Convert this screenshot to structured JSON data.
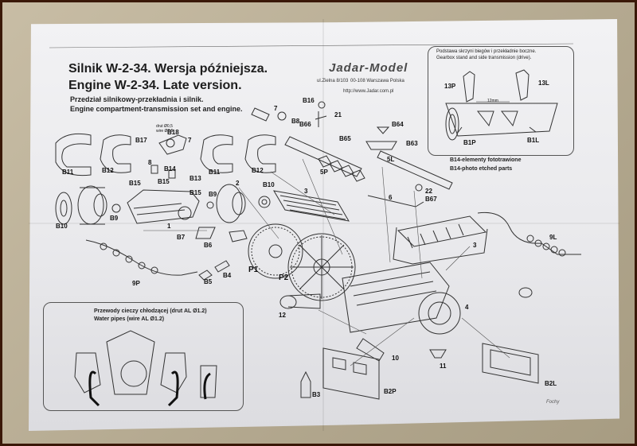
{
  "header": {
    "title_pl": "Silnik W-2-34. Wersja późniejsza.",
    "title_en": "Engine W-2-34. Late version.",
    "brand": "Jadar-Model",
    "address_street": "ul.Zielna 8/103",
    "address_city": "00-108 Warszawa Polska",
    "website": "http://www.Jadar.com.pl"
  },
  "subtitle": {
    "pl": "Przedział silnikowy-przekładnia i silnik.",
    "en": "Engine compartment-transmission set and engine."
  },
  "gearbox_inset": {
    "caption_pl": "Podstawa skrzyni biegów i przekładnie boczne.",
    "caption_en": "Gearbox stand and side transmission (drive).",
    "parts": [
      "13P",
      "13L",
      "B1P",
      "B1L"
    ],
    "dimension": "12mm"
  },
  "etched_note": {
    "pl": "B14-elementy fototrawione",
    "en": "B14-photo etched parts"
  },
  "pipes_inset": {
    "caption_pl": "Przewody cieczy chłodzącej (drut AL Ø1.2)",
    "caption_en": "Water pipes (wire AL Ø1.2)"
  },
  "part_labels": {
    "b11a": "B11",
    "b12a": "B12",
    "b11b": "B11",
    "b12b": "B12",
    "b16": "B16",
    "b66": "B66",
    "p21": "21",
    "p7a": "7",
    "b8": "B8",
    "b64": "B64",
    "b65": "B65",
    "b63": "B63",
    "p5p": "5P",
    "p5l": "5L",
    "b17": "B17",
    "b18": "B18",
    "p7b": "7",
    "p8": "8",
    "b14": "B14",
    "b13": "B13",
    "b15a": "B15",
    "b15b": "B15",
    "b15c": "B15",
    "b9a": "B9",
    "b9b": "B9",
    "p2": "2",
    "b10a": "B10",
    "b10b": "B10",
    "p3a": "3",
    "p6": "6",
    "p22": "22",
    "b67": "B67",
    "p1": "1",
    "b7": "B7",
    "b6": "B6",
    "p1big": "P1",
    "p2big": "P2",
    "p9p": "9P",
    "b5": "B5",
    "b4": "B4",
    "p3b": "3",
    "p9l": "9L",
    "p4": "4",
    "p12": "12",
    "p10": "10",
    "p11": "11",
    "b3": "B3",
    "b2p": "B2P",
    "b2l": "B2L",
    "wire": "drut Ø0,5 wire Ø0,5"
  },
  "credit": "Fochy"
}
